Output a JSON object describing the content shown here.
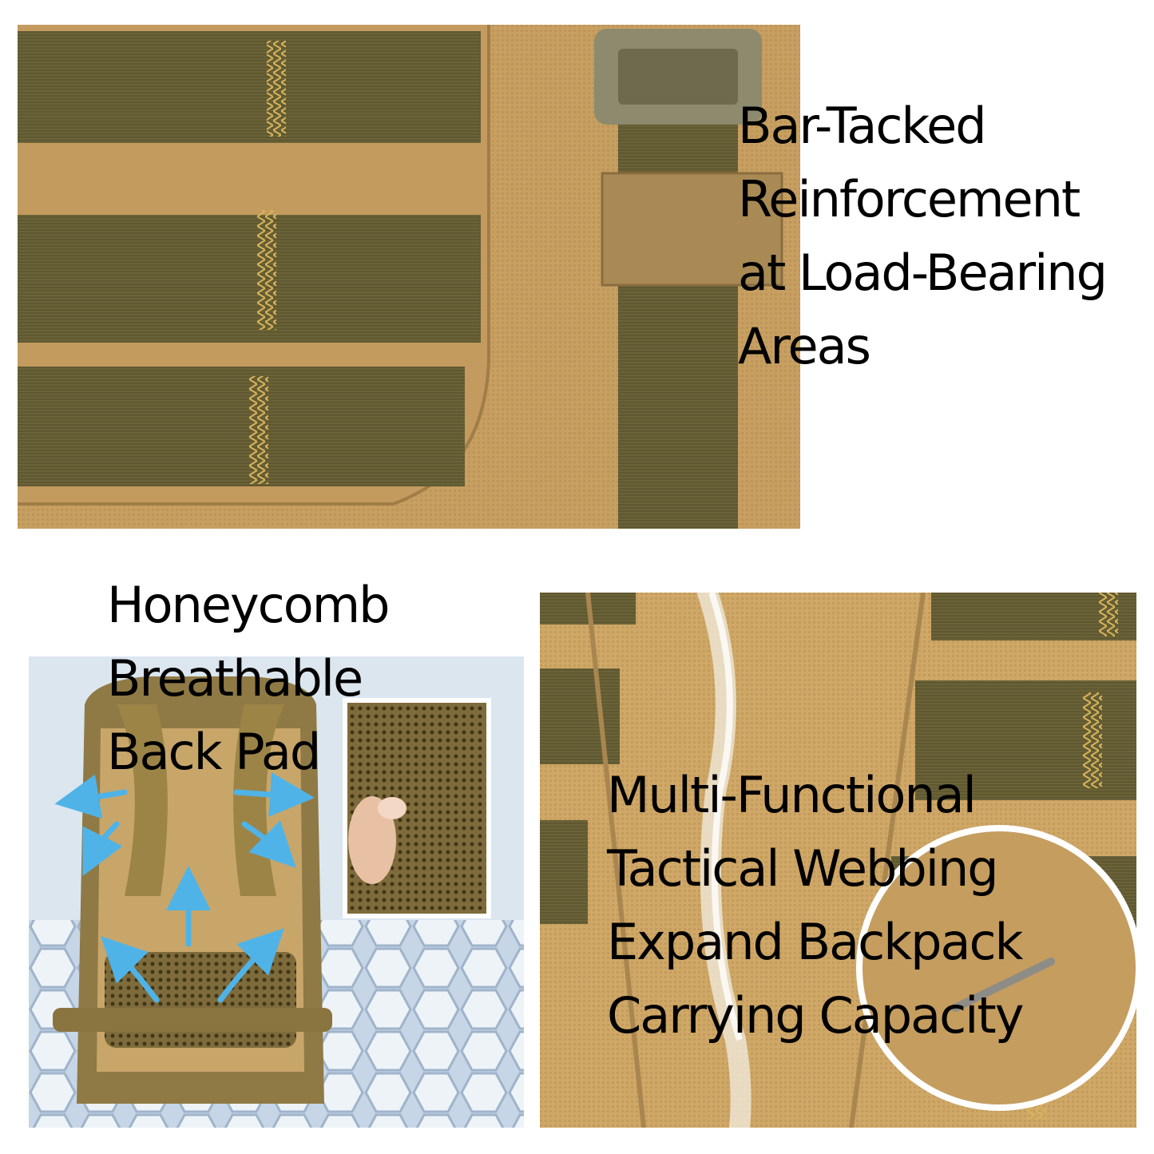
{
  "panels": {
    "top": {
      "caption": [
        "Bar-Tacked",
        "Reinforcement",
        "at Load-Bearing",
        "Areas"
      ]
    },
    "left": {
      "caption": [
        "Honeycomb",
        "Breathable",
        "Back Pad"
      ]
    },
    "right": {
      "caption": [
        "Multi-Functional",
        "Tactical Webbing",
        "Expand Backpack",
        "Carrying Capacity"
      ]
    }
  },
  "colors": {
    "fabric": "#c9a263",
    "fabric_dark": "#a98650",
    "webbing": "#6a6338",
    "stitch": "#d9b45a",
    "buckle": "#8d8a6e",
    "mesh_bg": "#dbe6ef",
    "arrow": "#4fb3e8"
  }
}
